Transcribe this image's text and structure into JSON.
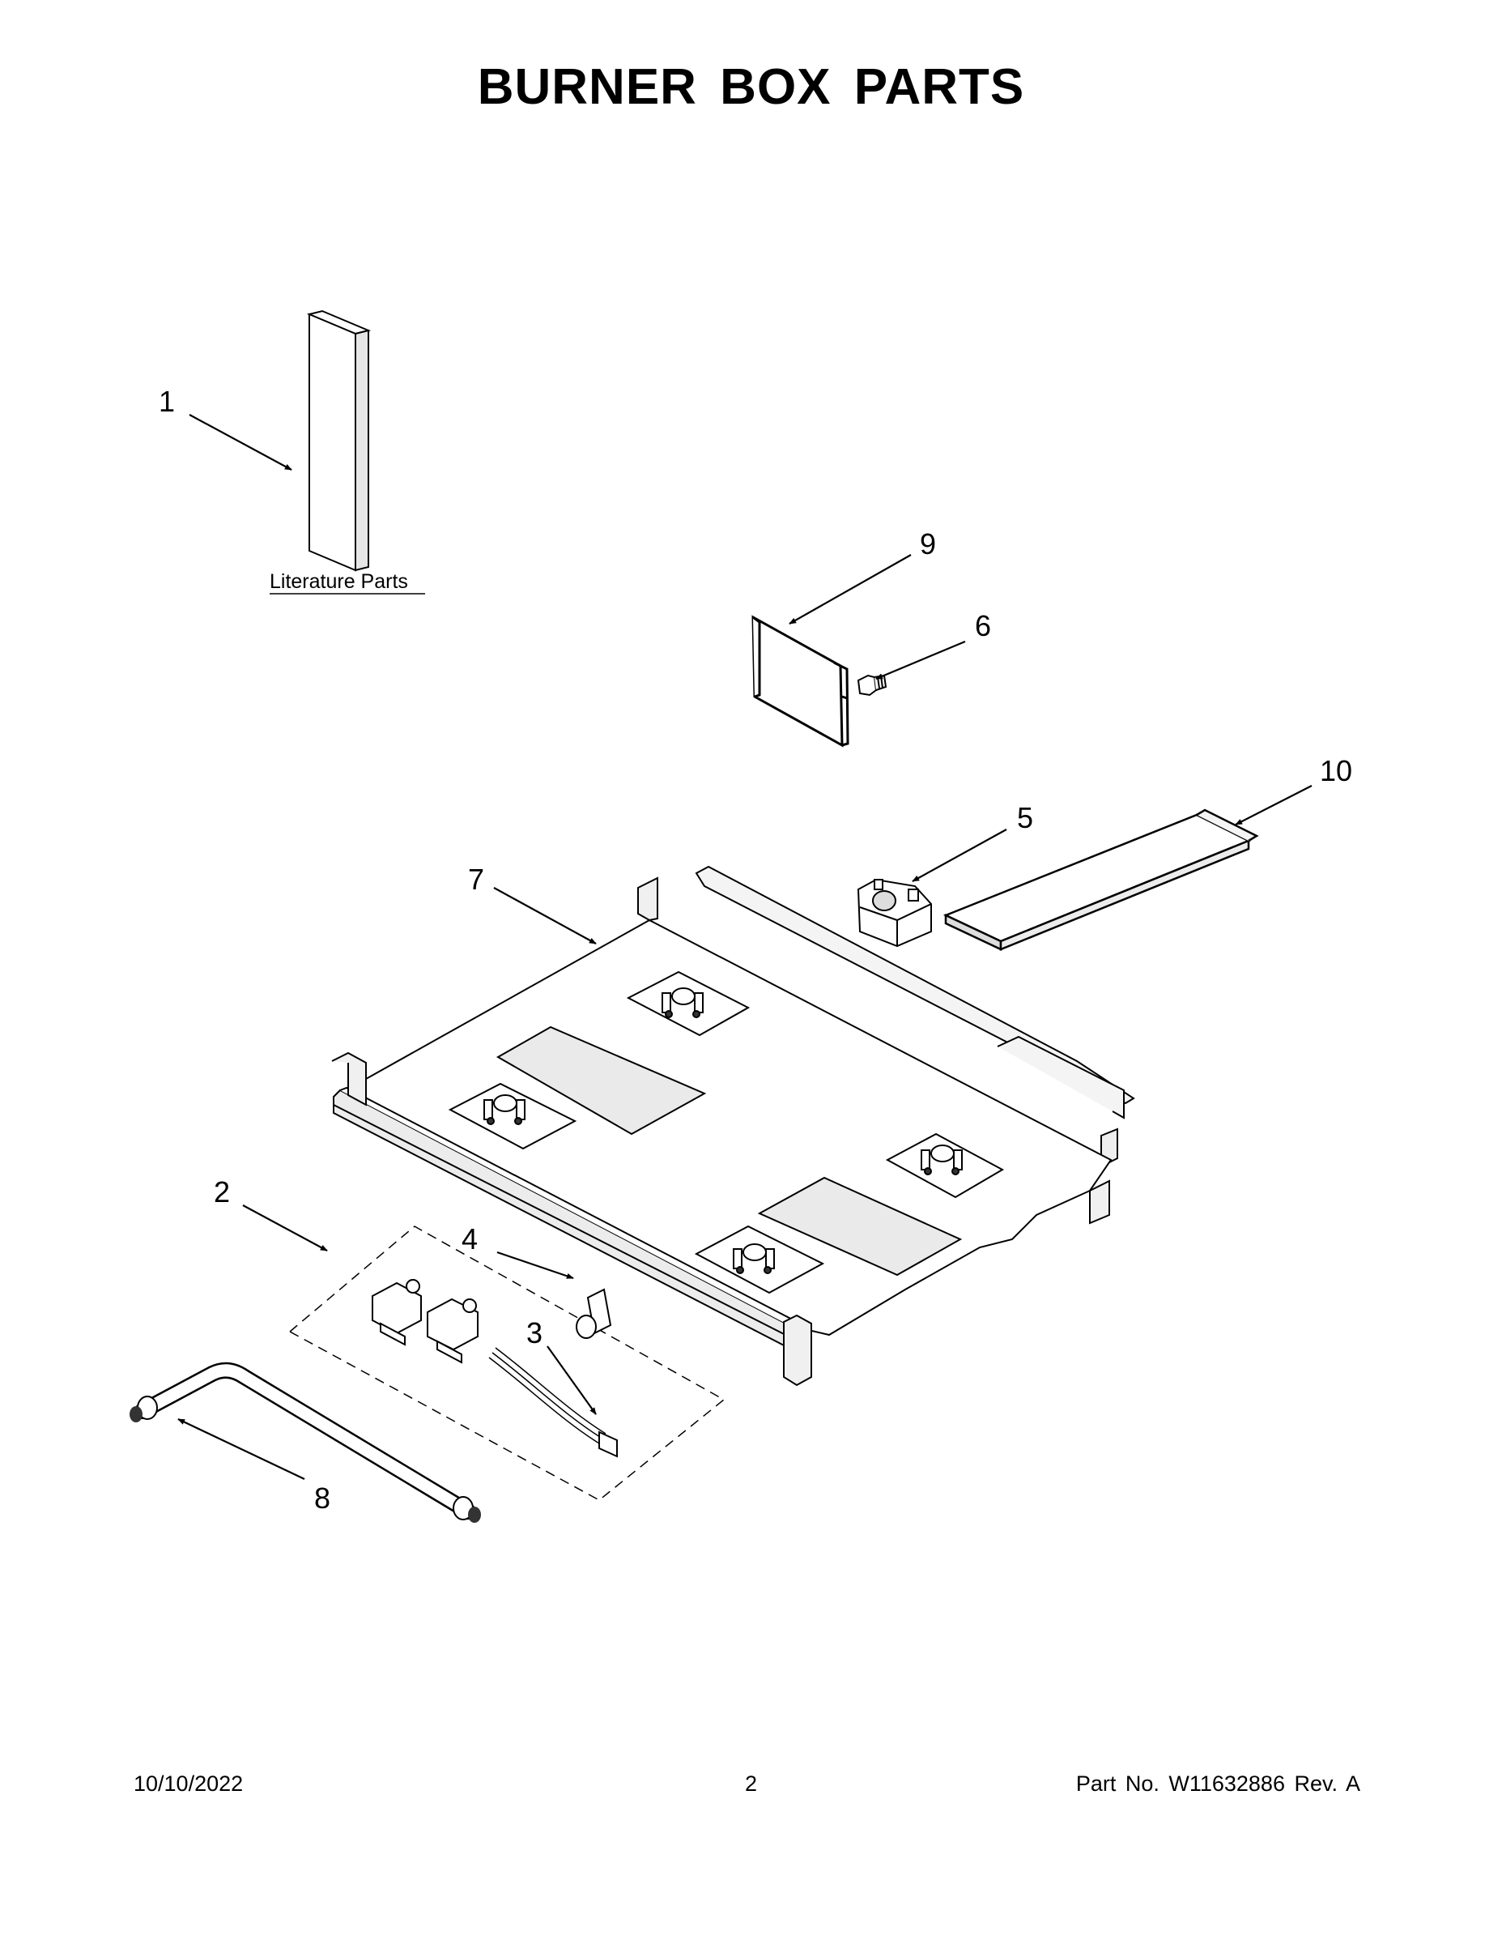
{
  "title": "BURNER BOX PARTS",
  "callouts": [
    "1",
    "2",
    "3",
    "4",
    "5",
    "6",
    "7",
    "8",
    "9",
    "10"
  ],
  "literature_label": "Literature Parts",
  "footer": {
    "date": "10/10/2022",
    "page": "2",
    "part": "Part No.  W11632886  Rev.  A"
  }
}
